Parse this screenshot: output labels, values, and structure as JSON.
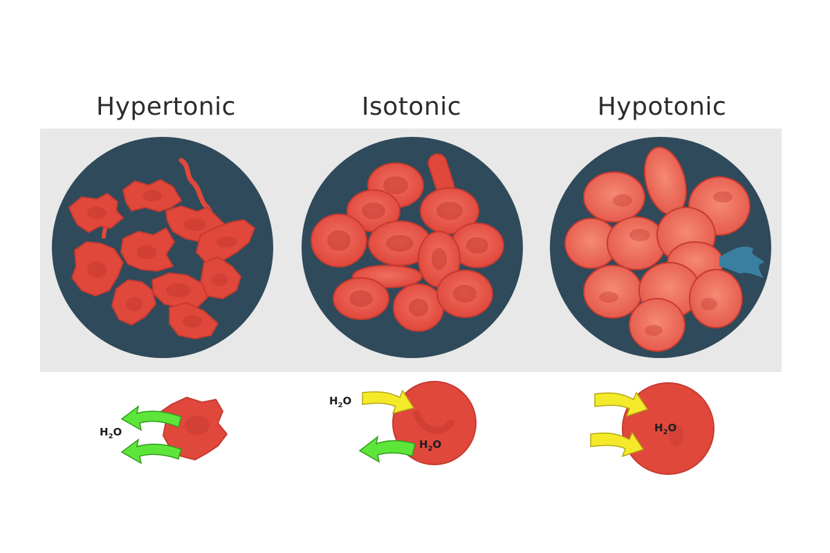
{
  "panels": [
    {
      "title": "Hypertonic"
    },
    {
      "title": "Isotonic"
    },
    {
      "title": "Hypotonic"
    }
  ],
  "h2o": {
    "prefix": "H",
    "sub": "2",
    "suffix": "O"
  },
  "colors": {
    "band": "#e8e8e8",
    "dish": "#2f4a5a",
    "cell": "#e0483c",
    "cell_light": "#f0705e",
    "cell_shadow": "#c63a31",
    "arrow_out": "#5ee53a",
    "arrow_in": "#f5ea2a",
    "lysis": "#3a7fa0"
  }
}
